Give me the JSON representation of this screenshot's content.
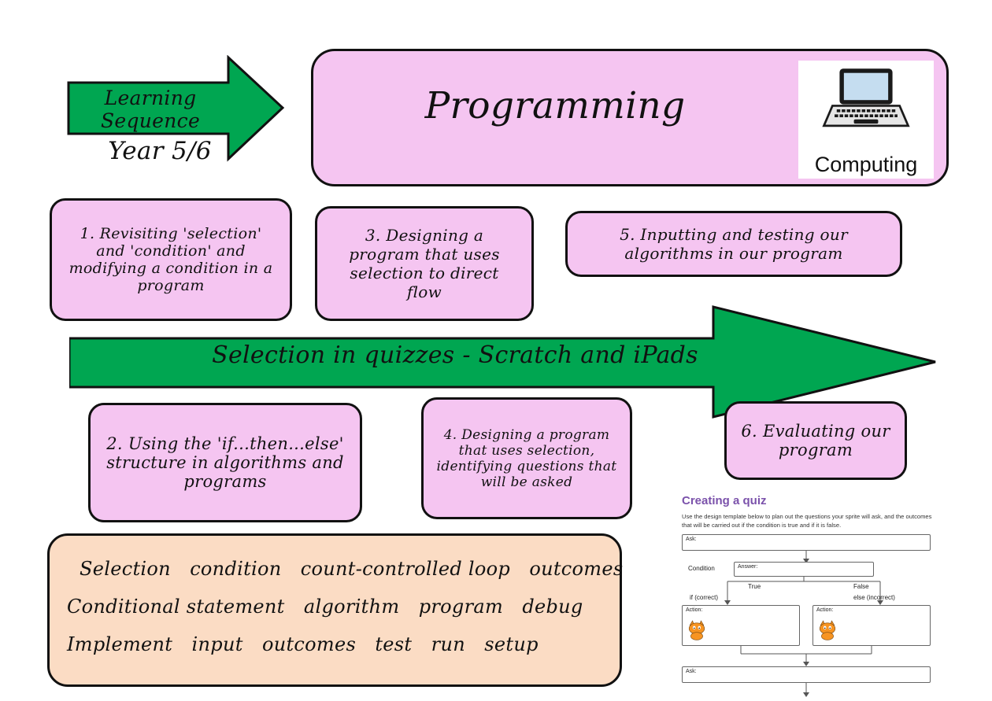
{
  "header": {
    "sequence_label": "Learning Sequence",
    "year_label": "Year 5/6",
    "title": "Programming",
    "subject_label": "Computing"
  },
  "unit_arrow": {
    "label": "Selection in quizzes - Scratch and iPads"
  },
  "lessons": [
    {
      "number": "1",
      "text": "1. Revisiting 'selection' and 'condition' and modifying a condition in a program"
    },
    {
      "number": "3",
      "text": "3. Designing a program that uses selection to direct flow"
    },
    {
      "number": "5",
      "text": "5. Inputting and testing our algorithms in our program"
    },
    {
      "number": "2",
      "text": "2. Using the 'if...then...else' structure in algorithms and programs"
    },
    {
      "number": "4",
      "text": "4. Designing a program that uses selection, identifying questions that will be asked"
    },
    {
      "number": "6",
      "text": "6. Evaluating our program"
    }
  ],
  "vocabulary": {
    "lines": [
      "Selection condition count-controlled loop outcomes",
      "Conditional statement algorithm program debug",
      "Implement input outcomes test run setup"
    ]
  },
  "worksheet": {
    "heading": "Creating a quiz",
    "intro": "Use the design template below to plan out the questions your sprite will ask, and the outcomes that will be carried out if the condition is true and if it is false.",
    "ask_label_1": "Ask:",
    "condition_label": "Condition",
    "answer_label": "Answer:",
    "true_label": "True",
    "false_label": "False",
    "if_label": "if (correct)",
    "else_label": "else (incorrect)",
    "action_label_1": "Action:",
    "action_label_2": "Action:",
    "ask_label_2": "Ask:"
  },
  "colors": {
    "arrow_green": "#00a651",
    "box_pink": "#f5c5f1",
    "box_peach": "#fbdcc4",
    "heading_purple": "#7b52ab"
  }
}
